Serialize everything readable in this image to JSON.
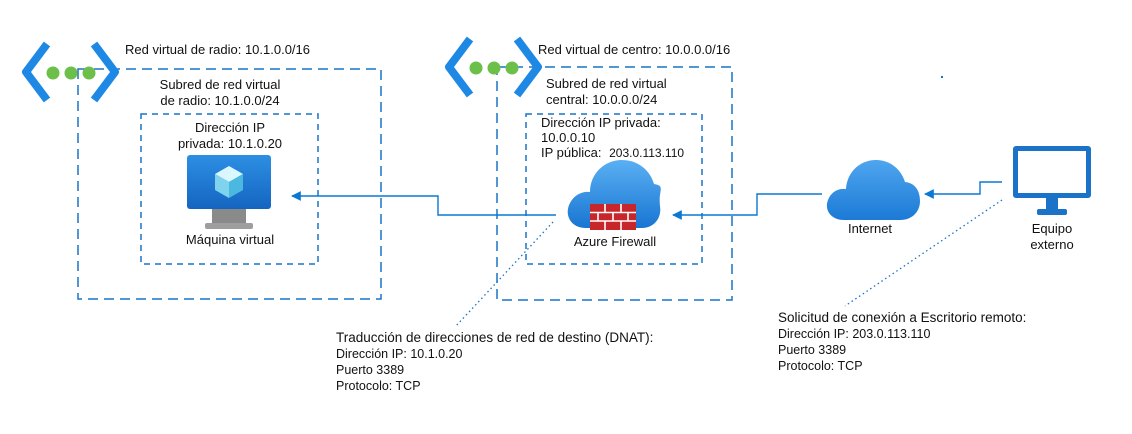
{
  "spoke": {
    "vnet_label": "Red virtual de radio: 10.1.0.0/16",
    "subnet_line1": "Subred de red virtual",
    "subnet_line2": "de radio: 10.1.0.0/24",
    "ip_line1": "Dirección IP",
    "ip_line2": "privada: 10.1.0.20",
    "vm_label": "Máquina virtual"
  },
  "hub": {
    "vnet_label": "Red virtual de centro: 10.0.0.0/16",
    "subnet_line1": "Subred de red virtual",
    "subnet_line2": "central: 10.0.0.0/24",
    "private_ip_line1": "Dirección IP privada:",
    "private_ip_line2": "10.0.0.10",
    "public_ip_label": "IP pública:",
    "public_ip_value": "203.0.113.110",
    "firewall_label": "Azure Firewall"
  },
  "internet": {
    "label": "Internet"
  },
  "external": {
    "label_line1": "Equipo",
    "label_line2": "externo"
  },
  "dnat_note": {
    "title": "Traducción de direcciones de red de destino (DNAT):",
    "ip": "Dirección IP: 10.1.0.20",
    "port": "Puerto 3389",
    "protocol": "Protocolo: TCP"
  },
  "rdp_note": {
    "title": "Solicitud de conexión a Escritorio remoto:",
    "ip": "Dirección IP: 203.0.113.110",
    "port": "Puerto 3389",
    "protocol": "Protocolo: TCP"
  },
  "colors": {
    "border_blue": "#1a73c8",
    "arrow_blue": "#0a78d4",
    "vnet_icon_blue": "#1e88e5",
    "vnet_icon_dot": "#6cc04a",
    "cloud_blue": "#2f8fe6",
    "firewall_red": "#c7272b"
  }
}
